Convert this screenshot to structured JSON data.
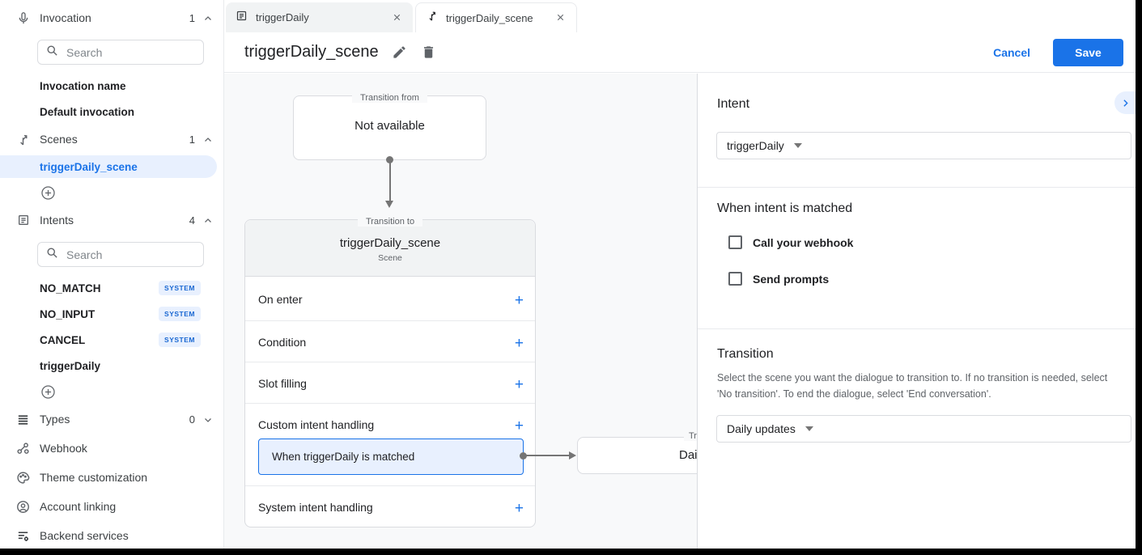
{
  "colors": {
    "accent": "#1a73e8",
    "selected_bg": "#e8f0fe",
    "badge_text": "#1967d2"
  },
  "sidebar": {
    "invocation": {
      "label": "Invocation",
      "count": "1"
    },
    "invocation_search_placeholder": "Search",
    "invocation_items": [
      {
        "label": "Invocation name"
      },
      {
        "label": "Default invocation"
      }
    ],
    "scenes": {
      "label": "Scenes",
      "count": "1"
    },
    "scene_items": [
      {
        "label": "triggerDaily_scene"
      }
    ],
    "intents": {
      "label": "Intents",
      "count": "4"
    },
    "intents_search_placeholder": "Search",
    "intent_items": [
      {
        "label": "NO_MATCH",
        "badge": "SYSTEM"
      },
      {
        "label": "NO_INPUT",
        "badge": "SYSTEM"
      },
      {
        "label": "CANCEL",
        "badge": "SYSTEM"
      },
      {
        "label": "triggerDaily"
      }
    ],
    "types": {
      "label": "Types",
      "count": "0"
    },
    "links": [
      {
        "label": "Webhook"
      },
      {
        "label": "Theme customization"
      },
      {
        "label": "Account linking"
      },
      {
        "label": "Backend services"
      }
    ]
  },
  "tabs": [
    {
      "label": "triggerDaily"
    },
    {
      "label": "triggerDaily_scene"
    }
  ],
  "header": {
    "title": "triggerDaily_scene",
    "cancel_label": "Cancel",
    "save_label": "Save"
  },
  "canvas": {
    "transition_from": {
      "legend": "Transition from",
      "content": "Not available"
    },
    "scene_card": {
      "legend": "Transition to",
      "title": "triggerDaily_scene",
      "subtitle": "Scene",
      "add_label": "+",
      "rows": [
        {
          "label": "On enter"
        },
        {
          "label": "Condition"
        },
        {
          "label": "Slot filling"
        },
        {
          "label": "Custom intent handling"
        },
        {
          "label": "System intent handling"
        }
      ],
      "custom_intent_item": "When triggerDaily is matched"
    },
    "target_box": {
      "legend_fragment": "Tr",
      "content_fragment": "Dail"
    }
  },
  "panel": {
    "intent_section": {
      "heading": "Intent",
      "selected_value": "triggerDaily"
    },
    "matched_section": {
      "heading": "When intent is matched",
      "checkboxes": [
        {
          "label": "Call your webhook",
          "checked": false
        },
        {
          "label": "Send prompts",
          "checked": false
        }
      ]
    },
    "transition_section": {
      "heading": "Transition",
      "description": "Select the scene you want the dialogue to transition to. If no transition is needed, select 'No transition'. To end the dialogue, select 'End conversation'.",
      "selected_value": "Daily updates"
    }
  }
}
